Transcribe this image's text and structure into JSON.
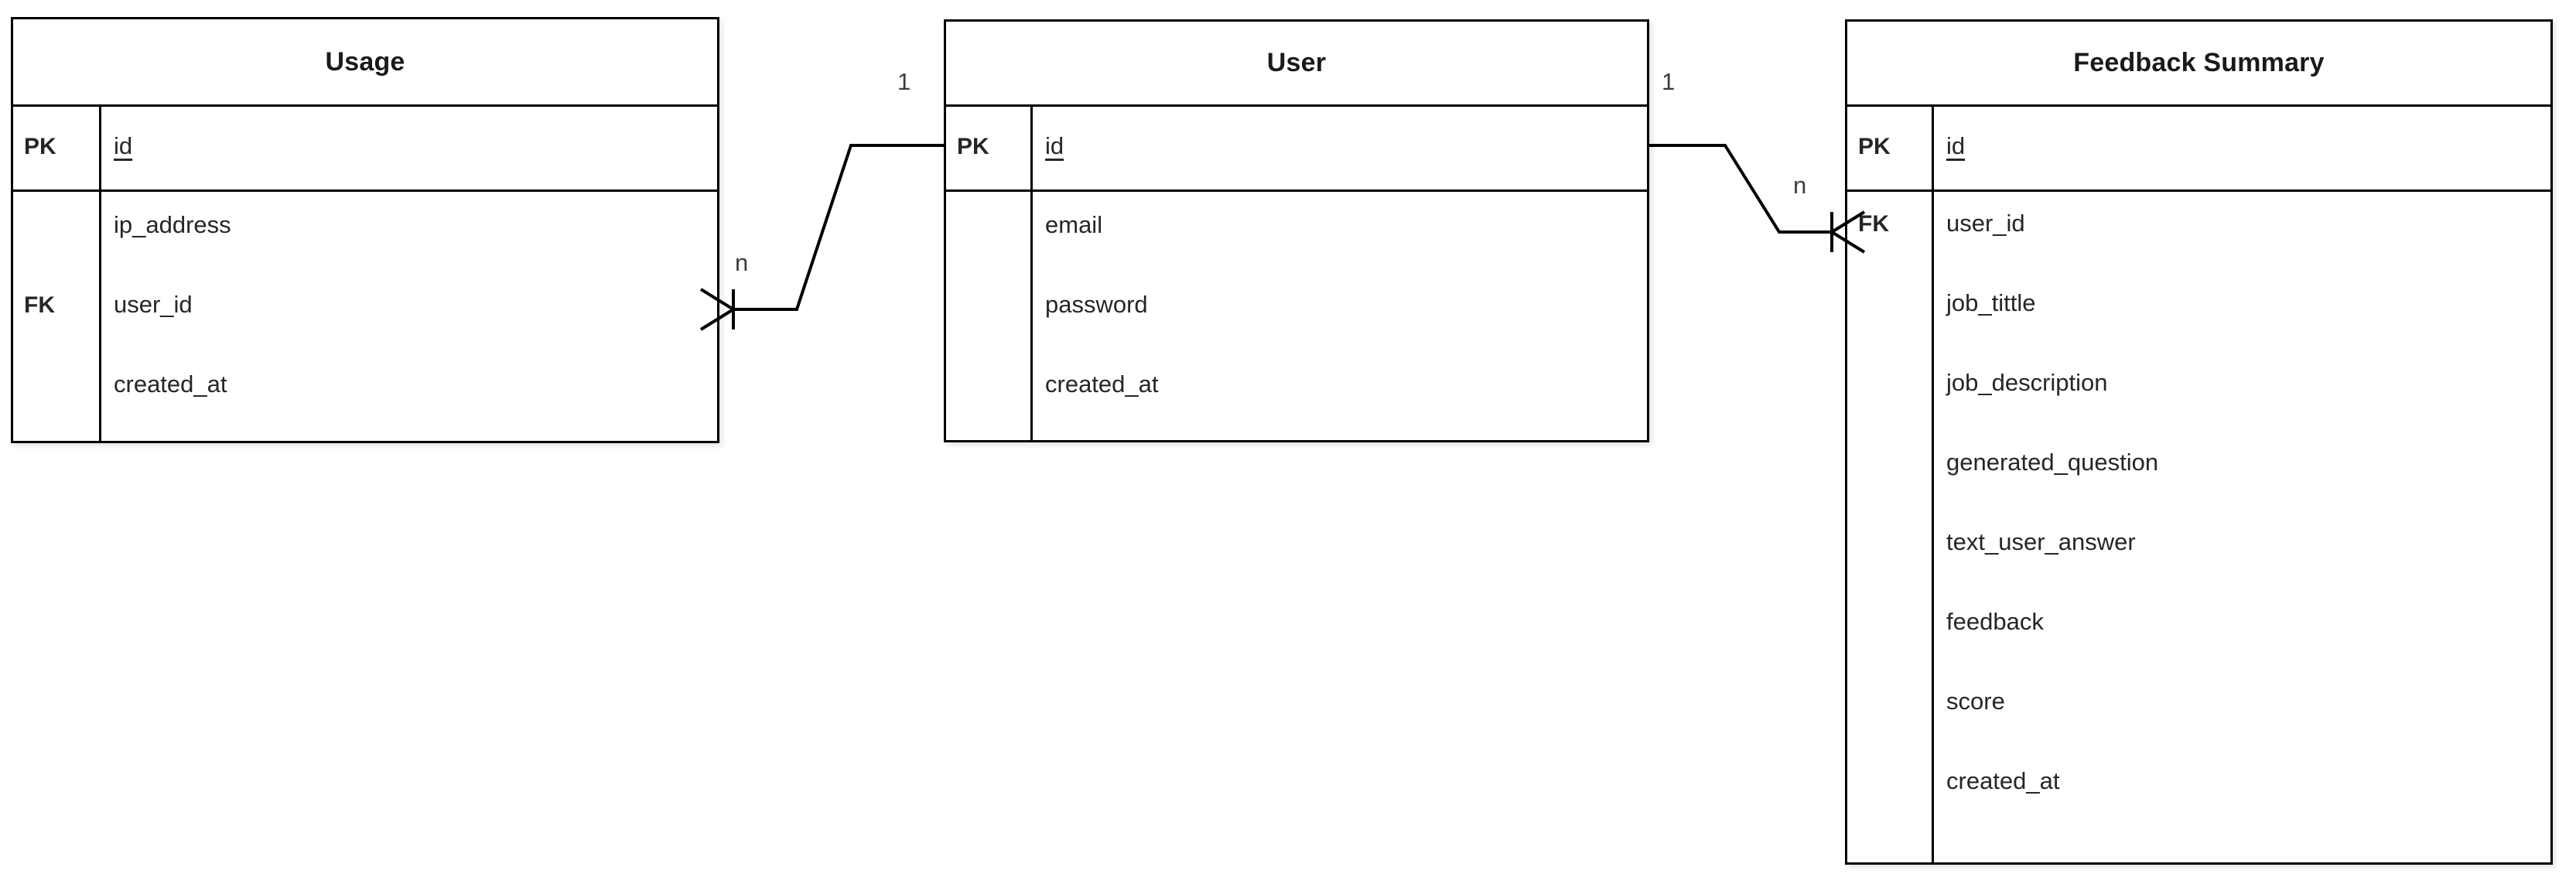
{
  "diagram": {
    "type": "entity-relationship-diagram",
    "notation": "crow's-foot",
    "background_color": "#ffffff",
    "line_color": "#000000",
    "text_color": "#262626"
  },
  "entities": [
    {
      "name": "Usage",
      "title": "Usage",
      "pk_row": {
        "key": "PK",
        "field": "id"
      },
      "body_key": "FK",
      "fields": [
        "ip_address",
        "user_id",
        "created_at"
      ]
    },
    {
      "name": "User",
      "title": "User",
      "pk_row": {
        "key": "PK",
        "field": "id"
      },
      "body_key": "",
      "fields": [
        "email",
        "password",
        "created_at"
      ]
    },
    {
      "name": "Feedback Summary",
      "title": "Feedback Summary",
      "pk_row": {
        "key": "PK",
        "field": "id"
      },
      "body_key": "FK",
      "fields": [
        "user_id",
        "job_tittle",
        "job_description",
        "generated_question",
        "text_user_answer",
        "feedback",
        "score",
        "created_at"
      ]
    }
  ],
  "relationships": [
    {
      "name": "user-to-usage",
      "from_entity": "User",
      "to_entity": "Usage",
      "from_cardinality": "1",
      "to_cardinality": "n"
    },
    {
      "name": "user-to-feedback-summary",
      "from_entity": "User",
      "to_entity": "Feedback Summary",
      "from_cardinality": "1",
      "to_cardinality": "n"
    }
  ],
  "cardinality_labels": {
    "usage_side_n": "n",
    "user_left_one": "1",
    "user_right_one": "1",
    "feedback_side_n": "n"
  }
}
